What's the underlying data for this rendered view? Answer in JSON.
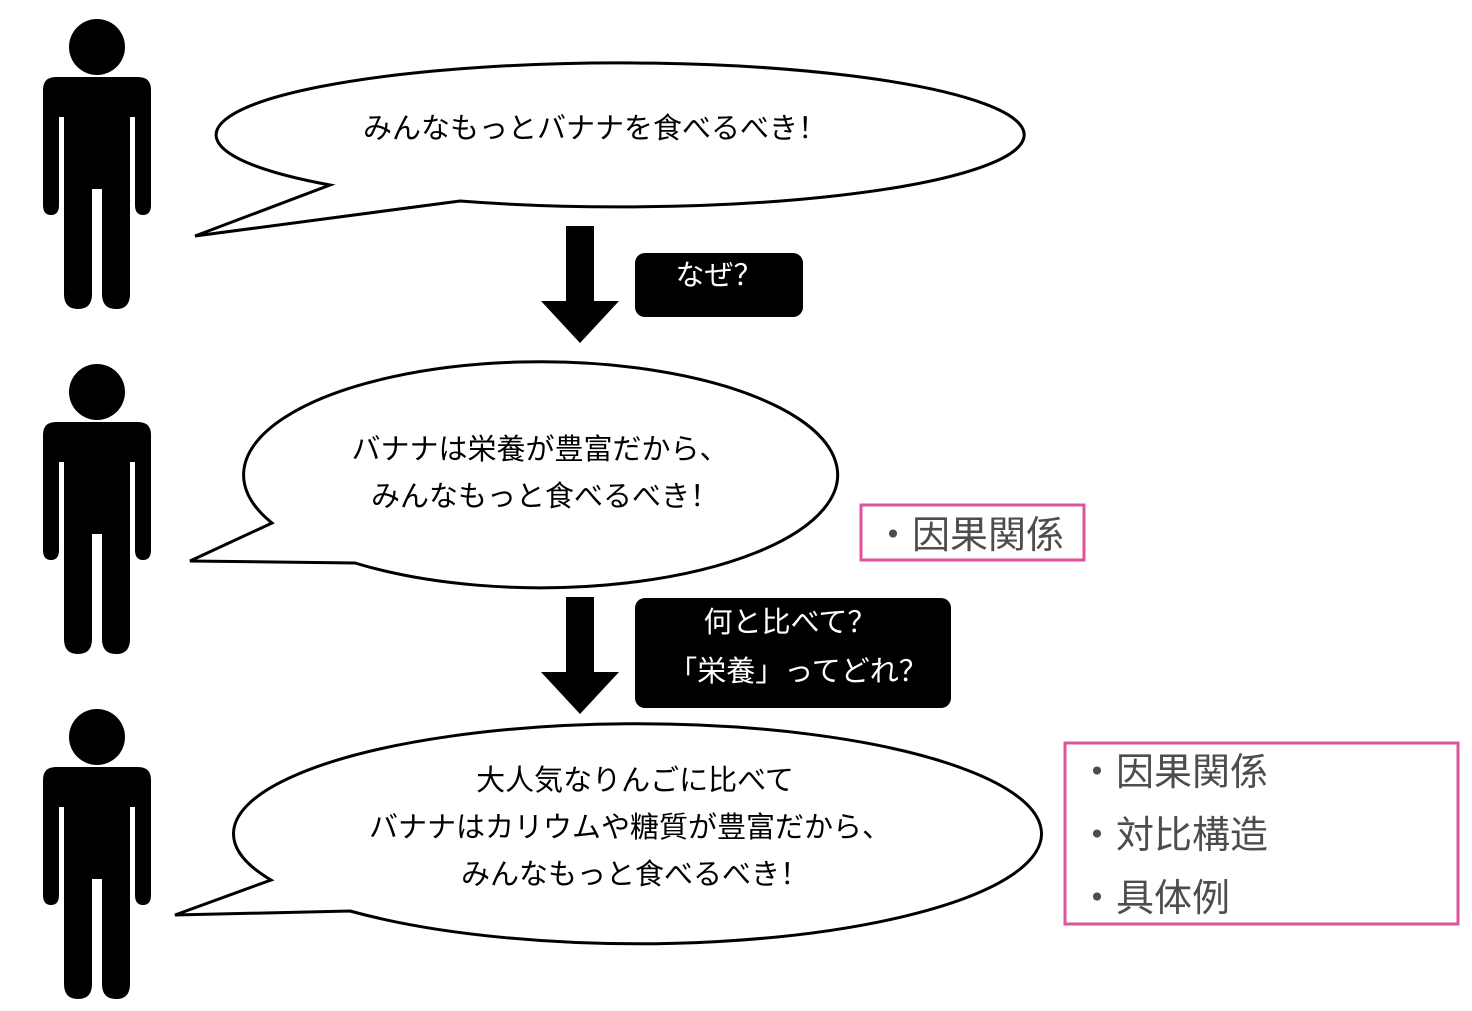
{
  "colors": {
    "figure": "#000000",
    "bubble_fill": "#ffffff",
    "bubble_stroke": "#000000",
    "question_fill": "#000000",
    "question_text": "#ffffff",
    "label_border": "#e0529c",
    "label_text": "#4d4d4d"
  },
  "bubbles": [
    {
      "lines": [
        "みんなもっとバナナを食べるべき！"
      ]
    },
    {
      "lines": [
        "バナナは栄養が豊富だから、",
        "みんなもっと食べるべき！"
      ]
    },
    {
      "lines": [
        "大人気なりんごに比べて",
        "バナナはカリウムや糖質が豊富だから、",
        "みんなもっと食べるべき！"
      ]
    }
  ],
  "questions": [
    {
      "lines": [
        "なぜ？"
      ]
    },
    {
      "lines": [
        "何と比べて？",
        "「栄養」ってどれ？"
      ]
    }
  ],
  "labels": [
    {
      "items": [
        "・因果関係"
      ]
    },
    {
      "items": [
        "・因果関係",
        "・対比構造",
        "・具体例"
      ]
    }
  ]
}
